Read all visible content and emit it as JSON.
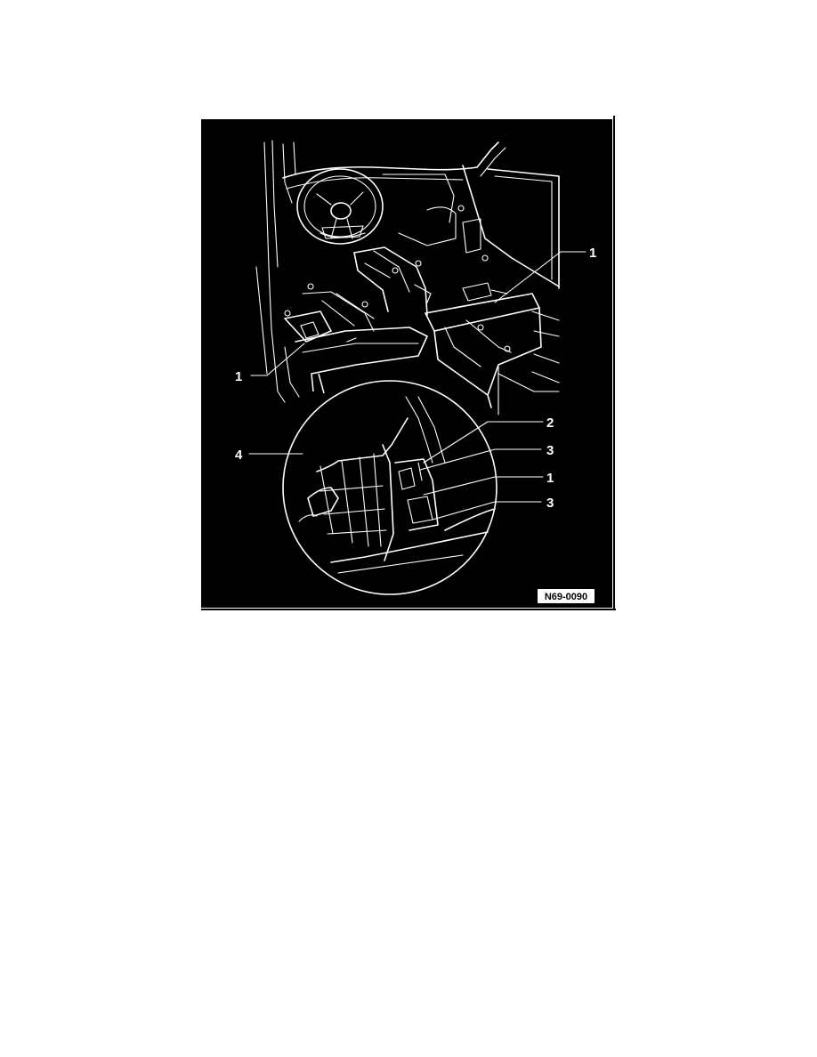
{
  "figure": {
    "callouts": {
      "c1_top_right": "1",
      "c1_left": "1",
      "c2": "2",
      "c3_upper": "3",
      "c1_detail": "1",
      "c3_lower": "3",
      "c4": "4"
    },
    "reference_code": "N69-0090"
  },
  "colors": {
    "background": "#000000",
    "line_art": "#ffffff",
    "page": "#ffffff"
  }
}
